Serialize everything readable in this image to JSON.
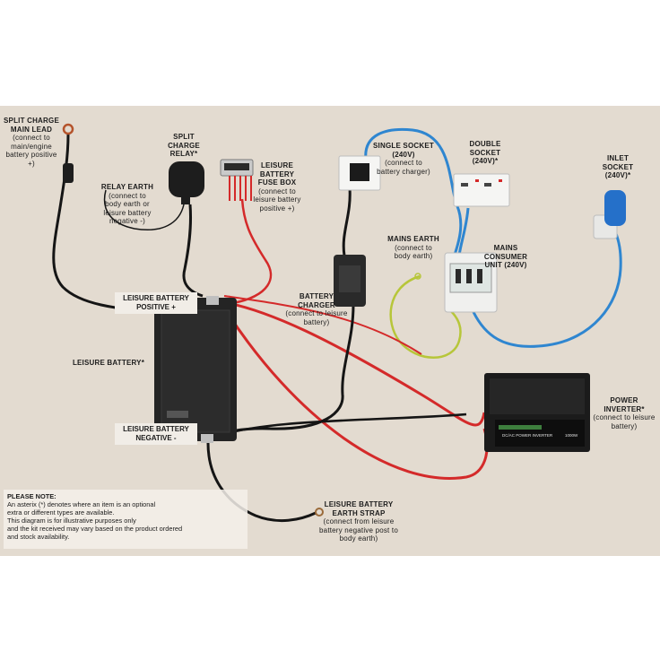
{
  "diagram": {
    "labels": {
      "split_charge_main_lead": {
        "title": "SPLIT CHARGE MAIN LEAD",
        "sub": "(connect to main/engine battery positive +)"
      },
      "split_charge_relay": {
        "title": "SPLIT CHARGE RELAY*"
      },
      "relay_earth": {
        "title": "RELAY EARTH",
        "sub": "(connect to body earth or leisure battery negative -)"
      },
      "fuse_box": {
        "title": "LEISURE BATTERY FUSE BOX",
        "sub": "(connect to leisure battery positive +)"
      },
      "single_socket": {
        "title": "SINGLE SOCKET (240V)",
        "sub": "(connect to battery charger)"
      },
      "double_socket": {
        "title": "DOUBLE SOCKET (240V)*"
      },
      "inlet_socket": {
        "title": "INLET SOCKET (240V)*"
      },
      "mains_earth": {
        "title": "MAINS EARTH",
        "sub": "(connect to body earth)"
      },
      "consumer_unit": {
        "title": "MAINS CONSUMER UNIT (240V)"
      },
      "battery_charger": {
        "title": "BATTERY CHARGER",
        "sub": "(connect to leisure battery)"
      },
      "battery_positive": {
        "title": "LEISURE BATTERY POSITIVE +"
      },
      "leisure_battery": {
        "title": "LEISURE BATTERY*"
      },
      "battery_negative": {
        "title": "LEISURE BATTERY NEGATIVE -"
      },
      "power_inverter": {
        "title": "POWER INVERTER*",
        "sub": "(connect to leisure battery)"
      },
      "earth_strap": {
        "title": "LEISURE BATTERY EARTH STRAP",
        "sub": "(connect from leisure battery negative post to body earth)"
      }
    },
    "inverter_plate": {
      "brand": "DC/AC POWER INVERTER",
      "rating": "1000W"
    },
    "note": {
      "heading": "PLEASE NOTE:",
      "lines": [
        "An asterix (*) denotes where an item is an optional",
        "extra or different types are available.",
        "This diagram is for illustrative purposes only",
        "and the kit received may vary based on the product ordered",
        "and stock availability."
      ]
    },
    "colors": {
      "board": "#e3dbd0",
      "red_cable": "#d42a2a",
      "black_cable": "#151515",
      "blue_cable": "#2f86d0",
      "earth_cable": "#b7c63a",
      "battery": "#242424"
    }
  }
}
